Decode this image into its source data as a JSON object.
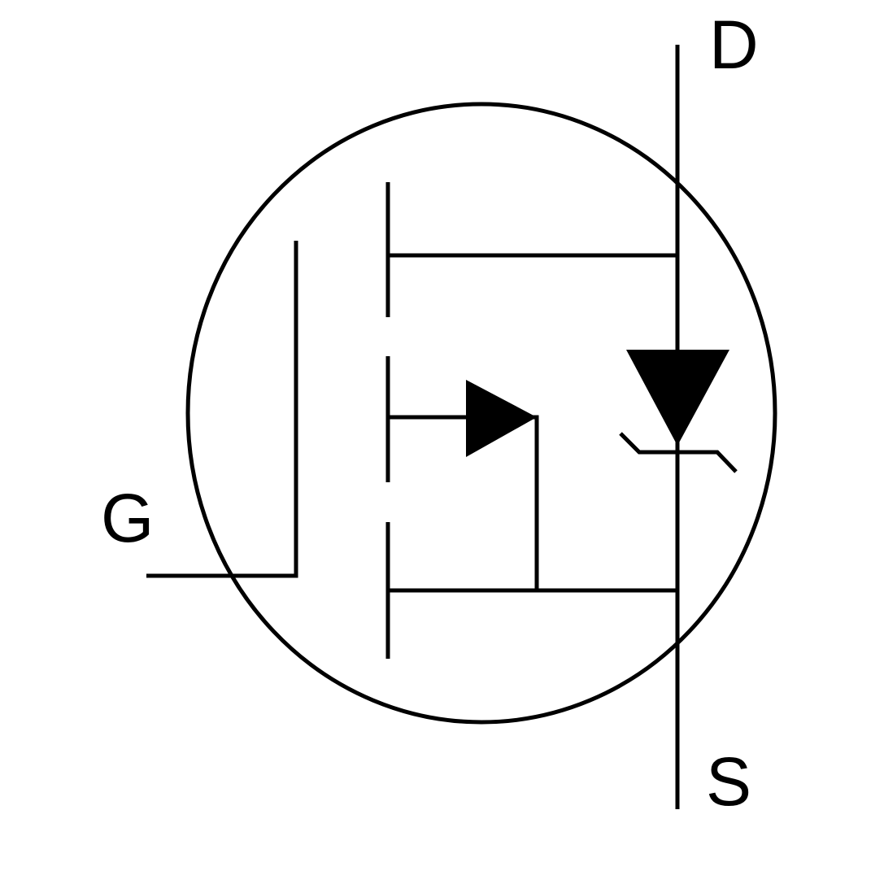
{
  "symbol": {
    "pins": {
      "drain": "D",
      "gate": "G",
      "source": "S"
    },
    "colors": {
      "stroke": "#000000",
      "background": "#ffffff"
    }
  }
}
